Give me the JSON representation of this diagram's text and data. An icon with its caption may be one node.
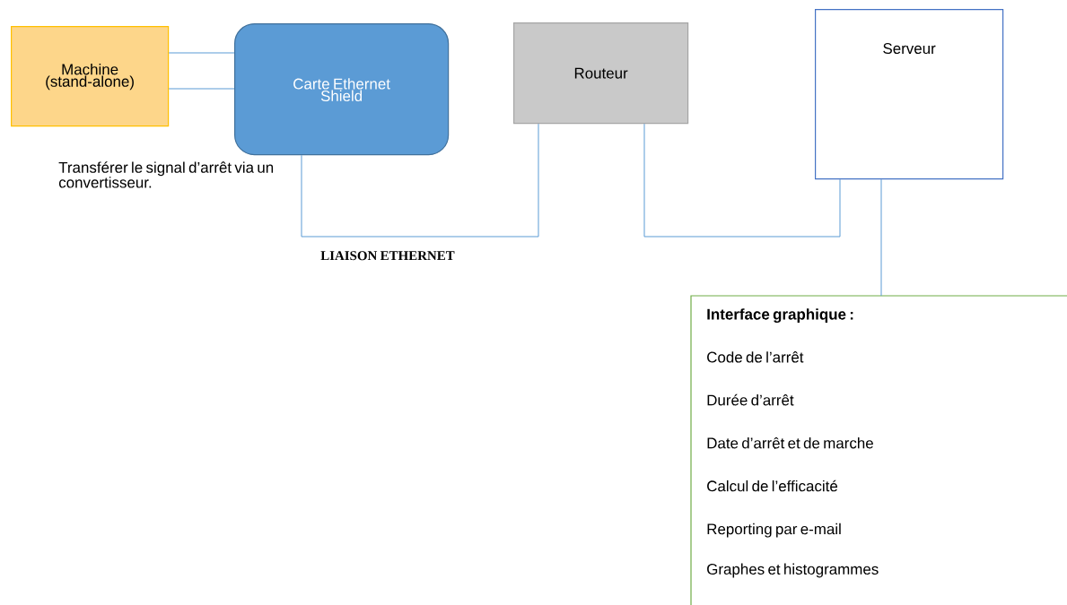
{
  "diagram": {
    "nodes": [
      {
        "text": [
          "Machine (stand-alone)"
        ]
      },
      {
        "text": [
          "Carte Ethernet Shield"
        ]
      },
      {
        "text": [
          "Routeur"
        ]
      },
      {
        "text": [
          "Serveur"
        ]
      },
      {
        "text": [
          "Interface graphique :",
          "Code de l’arrêt",
          "Durée d’arrêt",
          "Date d’arrêt et de marche",
          "Calcul de l’efficacité",
          "Reporting par e-mail",
          "Graphes et histogrammes"
        ]
      }
    ],
    "edges": [
      {
        "from": 0,
        "to": 1,
        "arrow": "none"
      },
      {
        "from": 0,
        "to": 1,
        "arrow": "none"
      },
      {
        "from": 1,
        "to": 2,
        "arrow": "none"
      },
      {
        "from": 2,
        "to": 3,
        "arrow": "none"
      },
      {
        "from": 3,
        "to": 4,
        "arrow": "none"
      }
    ],
    "labels": [
      "Transférer le signal d’arrêt via un convertisseur.",
      "LIAISON ETHERNET"
    ]
  }
}
